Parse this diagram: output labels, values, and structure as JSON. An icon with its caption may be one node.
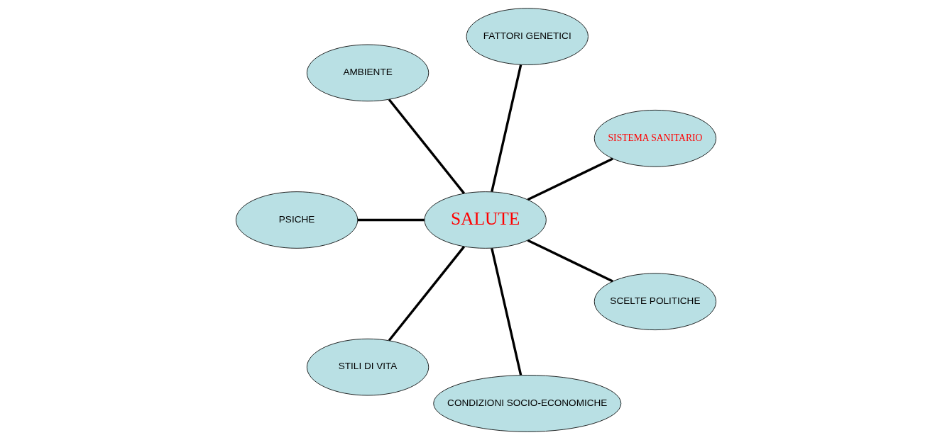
{
  "diagram": {
    "nodes": [
      {
        "text": [
          "SISTEMA SANITARIO"
        ]
      },
      {
        "text": [
          "FATTORI GENETICI"
        ]
      },
      {
        "text": [
          "AMBIENTE"
        ]
      },
      {
        "text": [
          "SALUTE"
        ]
      },
      {
        "text": [
          "PSICHE"
        ]
      },
      {
        "text": [
          "STILI DI VITA"
        ]
      },
      {
        "text": [
          "CONDIZIONI SOCIO-ECONOMICHE"
        ]
      },
      {
        "text": [
          "SCELTE POLITICHE"
        ]
      }
    ],
    "edges": [
      {
        "from": 3,
        "to": 0,
        "arrow": "none"
      },
      {
        "from": 3,
        "to": 1,
        "arrow": "none"
      },
      {
        "from": 3,
        "to": 2,
        "arrow": "none"
      },
      {
        "from": 3,
        "to": 4,
        "arrow": "none"
      },
      {
        "from": 3,
        "to": 5,
        "arrow": "none"
      },
      {
        "from": 3,
        "to": 6,
        "arrow": "none"
      },
      {
        "from": 3,
        "to": 7,
        "arrow": "none"
      }
    ]
  }
}
